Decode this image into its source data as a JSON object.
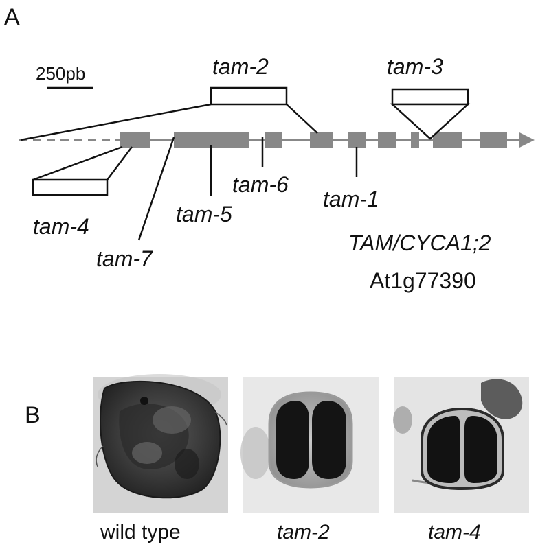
{
  "panel_a": {
    "label": "A",
    "scale_bar": "250pb",
    "gene_name": "TAM/CYCA1;2",
    "locus": "At1g77390",
    "alleles": {
      "tam1": "tam-1",
      "tam2": "tam-2",
      "tam3": "tam-3",
      "tam4": "tam-4",
      "tam5": "tam-5",
      "tam6": "tam-6",
      "tam7": "tam-7"
    }
  },
  "panel_b": {
    "label": "B",
    "captions": [
      "wild type",
      "tam-2",
      "tam-4"
    ]
  },
  "colors": {
    "exon": "#888888",
    "intron": "#888888",
    "line": "#111111"
  }
}
